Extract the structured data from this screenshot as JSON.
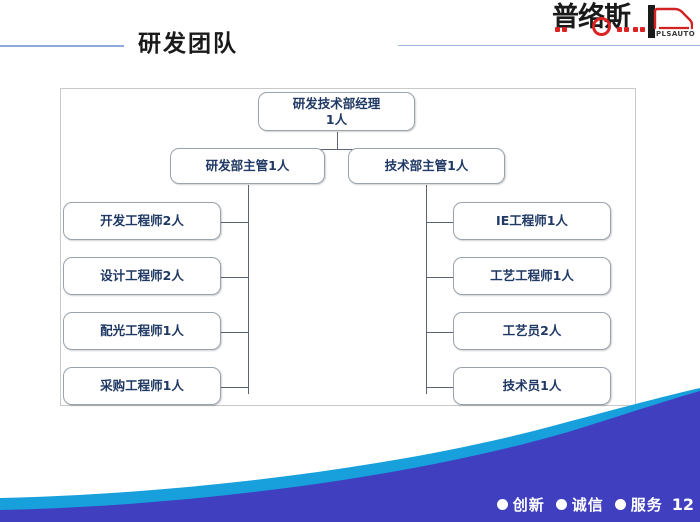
{
  "header": {
    "title": "研发团队",
    "rule_color": "#8FAADC"
  },
  "logo": {
    "brand_cn": "普络斯",
    "brand_en": "PLSAUTO",
    "accent_color": "#d22222",
    "icon": "truck-outline-icon"
  },
  "org_chart": {
    "type": "org-tree",
    "root": {
      "line1": "研发技术部经理",
      "line2": "1人",
      "label": "研发技术部经理\n1人"
    },
    "managers": [
      {
        "label": "研发部主管1人",
        "side": "left"
      },
      {
        "label": "技术部主管1人",
        "side": "right"
      }
    ],
    "left_members": [
      {
        "label": "开发工程师2人"
      },
      {
        "label": "设计工程师2人"
      },
      {
        "label": "配光工程师1人"
      },
      {
        "label": "采购工程师1人"
      }
    ],
    "right_members": [
      {
        "label": "IE工程师1人"
      },
      {
        "label": "工艺工程师1人"
      },
      {
        "label": "工艺员2人"
      },
      {
        "label": "技术员1人"
      }
    ],
    "node_text_color": "#1F3864",
    "node_border_color": "#9aa3ad"
  },
  "footer": {
    "items": [
      {
        "label": "创新",
        "bullet": "dot-icon"
      },
      {
        "label": "诚信",
        "bullet": "dot-icon"
      },
      {
        "label": "服务",
        "bullet": "dot-icon"
      }
    ],
    "page_number": "12",
    "band_color_front": "#3f3fbf",
    "band_color_back": "#18a0dc"
  }
}
